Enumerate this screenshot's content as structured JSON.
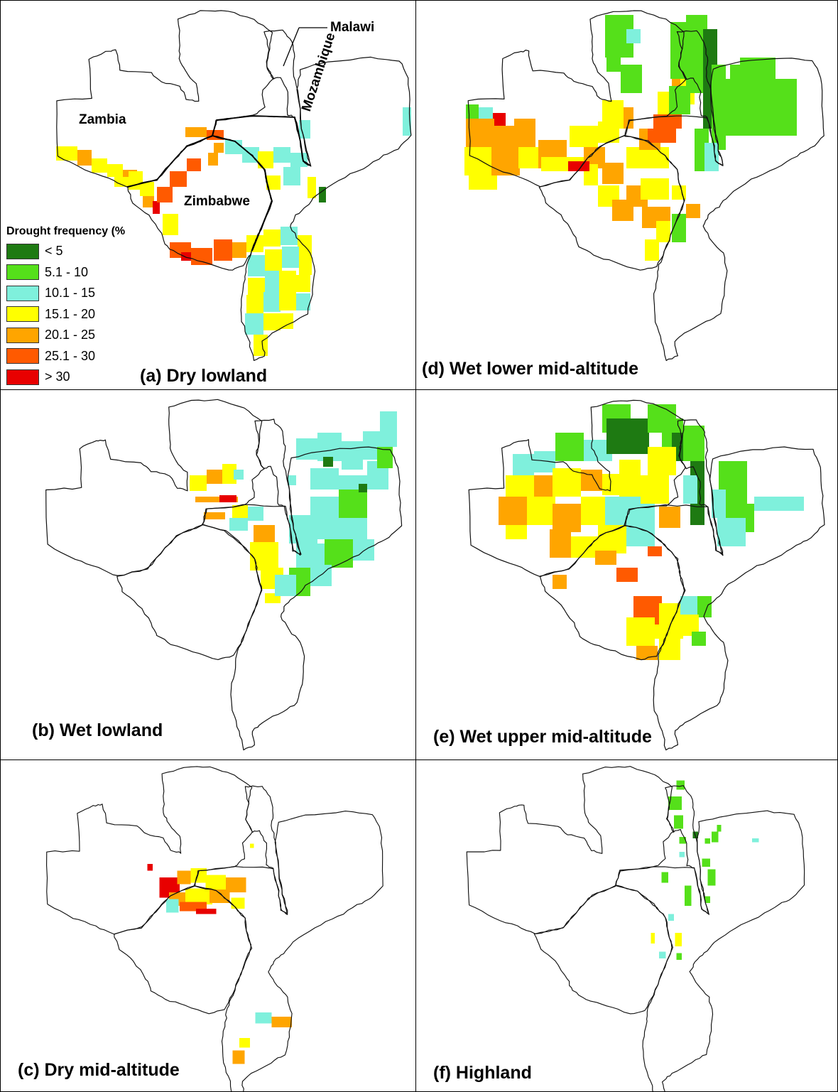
{
  "legend": {
    "title": "Drought frequency (%",
    "classes": [
      {
        "label": "< 5",
        "color": "#1e7a12"
      },
      {
        "label": "5.1 - 10",
        "color": "#55e01a"
      },
      {
        "label": "10.1 - 15",
        "color": "#7ff0dc"
      },
      {
        "label": "15.1 - 20",
        "color": "#ffff00"
      },
      {
        "label": "20.1 - 25",
        "color": "#ffa500"
      },
      {
        "label": "25.1 - 30",
        "color": "#ff5a00"
      },
      {
        "label": "> 30",
        "color": "#e80000"
      }
    ]
  },
  "country_labels": {
    "malawi": "Malawi",
    "zambia": "Zambia",
    "zimbabwe": "Zimbabwe",
    "mozambique": "Mozambique"
  },
  "panels": [
    {
      "id": "a",
      "label": "(a) Dry lowland"
    },
    {
      "id": "b",
      "label": "(b) Wet lowland"
    },
    {
      "id": "c",
      "label": "(c) Dry mid-altitude"
    },
    {
      "id": "d",
      "label": "(d) Wet lower mid-altitude"
    },
    {
      "id": "e",
      "label": "(e) Wet upper mid-altitude"
    },
    {
      "id": "f",
      "label": "(f) Highland"
    }
  ]
}
